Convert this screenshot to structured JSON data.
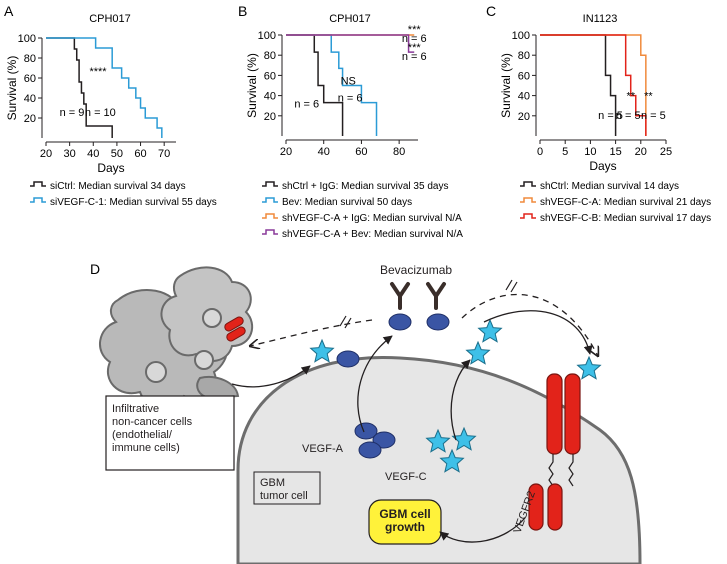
{
  "colors": {
    "black": "#231f20",
    "blue": "#2b9bd6",
    "orange": "#f08a3c",
    "purple": "#8a3a9a",
    "red": "#e2231a",
    "dark_red": "#c8201c",
    "vegf_a": "#3a55a4",
    "vegf_c": "#3ec0e8",
    "cell_fill": "#e6e6e6",
    "immune_fill": "#b9b9b9",
    "growth_fill": "#fff23a"
  },
  "panel_labels": {
    "a": "A",
    "b": "B",
    "c": "C",
    "d": "D"
  },
  "chart_data": [
    {
      "type": "line",
      "panel": "A",
      "title": "CPH017",
      "xlabel": "Days",
      "ylabel": "Survival (%)",
      "xlim": [
        20,
        75
      ],
      "ylim": [
        0,
        100
      ],
      "xticks": [
        "20",
        "30",
        "40",
        "50",
        "60",
        "70"
      ],
      "yticks": [
        "20",
        "40",
        "60",
        "80",
        "100"
      ],
      "series": [
        {
          "name": "siCtrl: Median survival 34 days",
          "color": "#231f20",
          "x": [
            20,
            30,
            32,
            33,
            34,
            35,
            36,
            37,
            48
          ],
          "y": [
            100,
            100,
            89,
            78,
            56,
            45,
            34,
            12,
            0
          ]
        },
        {
          "name": "siVEGF-C-1: Median survival 55 days",
          "color": "#2b9bd6",
          "x": [
            20,
            35,
            41,
            48,
            52,
            55,
            58,
            60,
            62,
            64,
            67,
            69
          ],
          "y": [
            100,
            100,
            90,
            70,
            60,
            50,
            40,
            30,
            20,
            20,
            10,
            0
          ]
        }
      ],
      "annotations": [
        {
          "text": "****",
          "x": 42,
          "y": 67
        },
        {
          "text": "n = 9",
          "x": 31,
          "y": 26
        },
        {
          "text": "n = 10",
          "x": 43,
          "y": 26
        }
      ]
    },
    {
      "type": "line",
      "panel": "B",
      "title": "CPH017",
      "xlabel": "",
      "ylabel": "Survival (%)",
      "xlim": [
        20,
        90
      ],
      "ylim": [
        0,
        100
      ],
      "xticks": [
        "20",
        "40",
        "60",
        "80"
      ],
      "yticks": [
        "20",
        "40",
        "60",
        "80",
        "100"
      ],
      "series": [
        {
          "name": "shCtrl + IgG: Median survival 35 days",
          "color": "#231f20",
          "x": [
            20,
            33,
            35,
            37,
            40,
            50,
            50
          ],
          "y": [
            100,
            100,
            83,
            50,
            33,
            17,
            0
          ]
        },
        {
          "name": "Bev: Median survival 50 days",
          "color": "#2b9bd6",
          "x": [
            20,
            40,
            44,
            48,
            50,
            60,
            68,
            68
          ],
          "y": [
            100,
            100,
            83,
            67,
            50,
            33,
            17,
            0
          ]
        },
        {
          "name": "shVEGF-C-A + IgG: Median survival N/A",
          "color": "#f08a3c",
          "x": [
            20,
            88
          ],
          "y": [
            100,
            100
          ]
        },
        {
          "name": "shVEGF-C-A + Bev: Median survival N/A",
          "color": "#8a3a9a",
          "x": [
            20,
            85,
            85,
            88
          ],
          "y": [
            100,
            100,
            83,
            83
          ]
        }
      ],
      "annotations": [
        {
          "text": "***",
          "x": 88,
          "y": 106
        },
        {
          "text": "n = 6",
          "x": 88,
          "y": 97
        },
        {
          "text": "***",
          "x": 88,
          "y": 88
        },
        {
          "text": "n = 6",
          "x": 88,
          "y": 79
        },
        {
          "text": "NS",
          "x": 53,
          "y": 55
        },
        {
          "text": "n = 6",
          "x": 54,
          "y": 38
        },
        {
          "text": "n = 6",
          "x": 31,
          "y": 32
        }
      ]
    },
    {
      "type": "line",
      "panel": "C",
      "title": "IN1123",
      "xlabel": "Days",
      "ylabel": "Survival (%)",
      "xlim": [
        0,
        25
      ],
      "ylim": [
        0,
        100
      ],
      "xticks": [
        "0",
        "5",
        "10",
        "15",
        "20",
        "25"
      ],
      "yticks": [
        "20",
        "40",
        "60",
        "80",
        "100"
      ],
      "series": [
        {
          "name": "shCtrl: Median survival 14 days",
          "color": "#231f20",
          "x": [
            0,
            12,
            13,
            14,
            15,
            15
          ],
          "y": [
            100,
            100,
            60,
            40,
            20,
            0
          ]
        },
        {
          "name": "shVEGF-C-A: Median survival 21 days",
          "color": "#f08a3c",
          "x": [
            0,
            19,
            20,
            21,
            21
          ],
          "y": [
            100,
            100,
            80,
            60,
            0
          ]
        },
        {
          "name": "shVEGF-C-B: Median survival 17 days",
          "color": "#e2231a",
          "x": [
            0,
            16,
            17,
            18,
            19,
            21,
            21
          ],
          "y": [
            100,
            100,
            60,
            40,
            20,
            20,
            0
          ]
        }
      ],
      "annotations": [
        {
          "text": "n = 5",
          "x": 14,
          "y": 21
        },
        {
          "text": "n = 5",
          "x": 17.5,
          "y": 21
        },
        {
          "text": "**",
          "x": 18,
          "y": 40
        },
        {
          "text": "**",
          "x": 21.5,
          "y": 40
        },
        {
          "text": "n = 5",
          "x": 22.5,
          "y": 21
        }
      ]
    }
  ],
  "diagram": {
    "bevacizumab_label": "Bevacizumab",
    "infiltrative_box": "Infiltrative\nnon-cancer cells\n(endothelial/\nimmune cells)",
    "vegf_a_label": "VEGF-A",
    "vegf_c_label": "VEGF-C",
    "gbm_label": "GBM\ntumor cell",
    "vegfr2_label": "VEGFR2",
    "growth_label": "GBM cell\ngrowth"
  }
}
